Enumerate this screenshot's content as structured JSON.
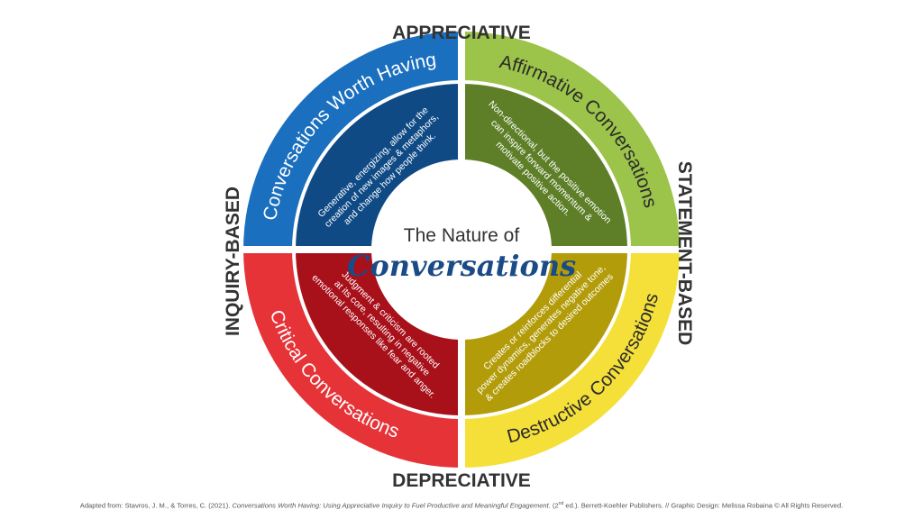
{
  "axes": {
    "top": "APPRECIATIVE",
    "bottom": "DEPRECIATIVE",
    "left": "INQUIRY-BASED",
    "right": "STATEMENT-BASED"
  },
  "center": {
    "title": "The Nature of",
    "script": "Conversations"
  },
  "quadrants": {
    "top_left": {
      "label": "Conversations Worth Having",
      "outer_color": "#1a6fbf",
      "inner_color": "#0f4a85",
      "text": [
        "Generative, energizing, allow for the",
        "creation of new images & metaphors,",
        "and change how people think."
      ]
    },
    "top_right": {
      "label": "Affirmative Conversations",
      "outer_color": "#9cc44a",
      "inner_color": "#5e7f28",
      "text": [
        "Non-directional, but the positive emotion",
        "can inspire forward momentum &",
        "motivate positive action."
      ]
    },
    "bottom_left": {
      "label": "Critical Conversations",
      "outer_color": "#e63338",
      "inner_color": "#a8101a",
      "text": [
        "Judgment & criticism are rooted",
        "at its core, resulting in negative",
        "emotional responses like fear and anger."
      ]
    },
    "bottom_right": {
      "label": "Destructive Conversations",
      "outer_color": "#f5e03a",
      "inner_color": "#b39c0a",
      "text": [
        "Creates or reinforces differential",
        "power dynamics, generates negative tone,",
        "& creates roadblocks to desired outcomes"
      ]
    }
  },
  "citation": {
    "prefix": "Adapted from: Stavros, J. M., & Torres, C. (2021). ",
    "book": "Conversations Worth Having: Using Appreciative Inquiry to Fuel Productive and Meaningful Engagement.",
    "edition_a": " (2",
    "edition_sup": "nd",
    "edition_b": " ed.). Berrett-Koehler  Publishers. // Graphic Design: Melissa Robaina © All Rights Reserved."
  }
}
